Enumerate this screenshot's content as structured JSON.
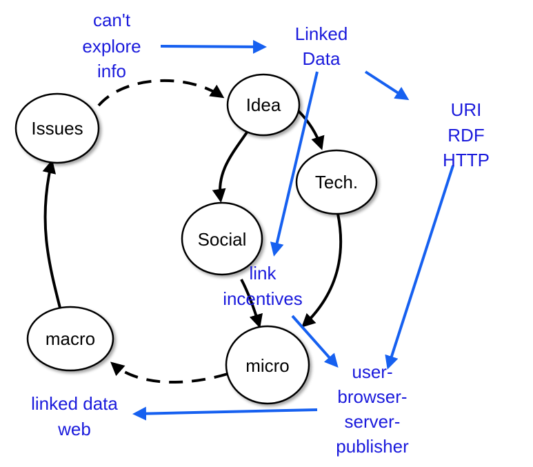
{
  "colors": {
    "node_fill": "#ffffff",
    "node_stroke": "#000000",
    "cycle_arrow": "#000000",
    "annotation_text": "#1a1adc",
    "annotation_arrow": "#1660f0"
  },
  "nodes": {
    "issues": "Issues",
    "idea": "Idea",
    "tech": "Tech.",
    "social": "Social",
    "micro": "micro",
    "macro": "macro"
  },
  "annotations": {
    "cant_explore": [
      "can't",
      "explore",
      "info"
    ],
    "linked_data": [
      "Linked",
      "Data"
    ],
    "uri_rdf_http": [
      "URI",
      "RDF",
      "HTTP"
    ],
    "link_incentives": [
      "link",
      "incentives"
    ],
    "user_browser": [
      "user-",
      "browser-",
      "server-",
      "publisher"
    ],
    "linked_data_web": [
      "linked data",
      "web"
    ]
  },
  "edges": [
    {
      "from": "issues",
      "to": "idea",
      "style": "dashed"
    },
    {
      "from": "idea",
      "to": "tech",
      "style": "solid"
    },
    {
      "from": "idea",
      "to": "social",
      "style": "solid"
    },
    {
      "from": "tech",
      "to": "micro",
      "style": "solid"
    },
    {
      "from": "social",
      "to": "micro",
      "style": "solid"
    },
    {
      "from": "micro",
      "to": "macro",
      "style": "dashed"
    },
    {
      "from": "macro",
      "to": "issues",
      "style": "solid"
    }
  ],
  "annotation_edges": [
    {
      "from": "cant_explore",
      "to": "linked_data"
    },
    {
      "from": "linked_data",
      "to": "uri_rdf_http"
    },
    {
      "from": "linked_data",
      "to": "link_incentives"
    },
    {
      "from": "uri_rdf_http",
      "to": "user_browser"
    },
    {
      "from": "link_incentives",
      "to": "user_browser"
    },
    {
      "from": "user_browser",
      "to": "linked_data_web"
    }
  ]
}
